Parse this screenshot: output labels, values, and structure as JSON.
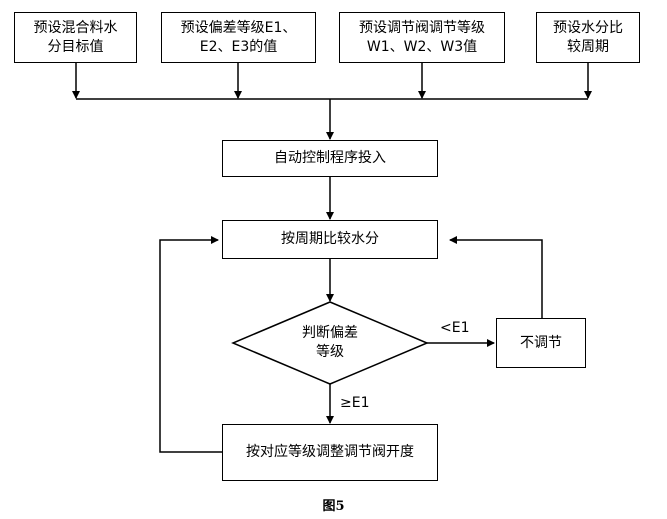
{
  "top_boxes": [
    "预设混合料水\n分目标值",
    "预设偏差等级E1、\nE2、E3的值",
    "预设调节阀调节等级\nW1、W2、W3值",
    "预设水分比\n较周期"
  ],
  "start": "自动控制程序投入",
  "compare": "按周期比较水分",
  "decision": "判断偏差\n等级",
  "no_adjust": "不调节",
  "adjust": "按对应等级调整调节阀开度",
  "label_lt": "<E1",
  "label_ge": "≥E1",
  "caption": "图5"
}
